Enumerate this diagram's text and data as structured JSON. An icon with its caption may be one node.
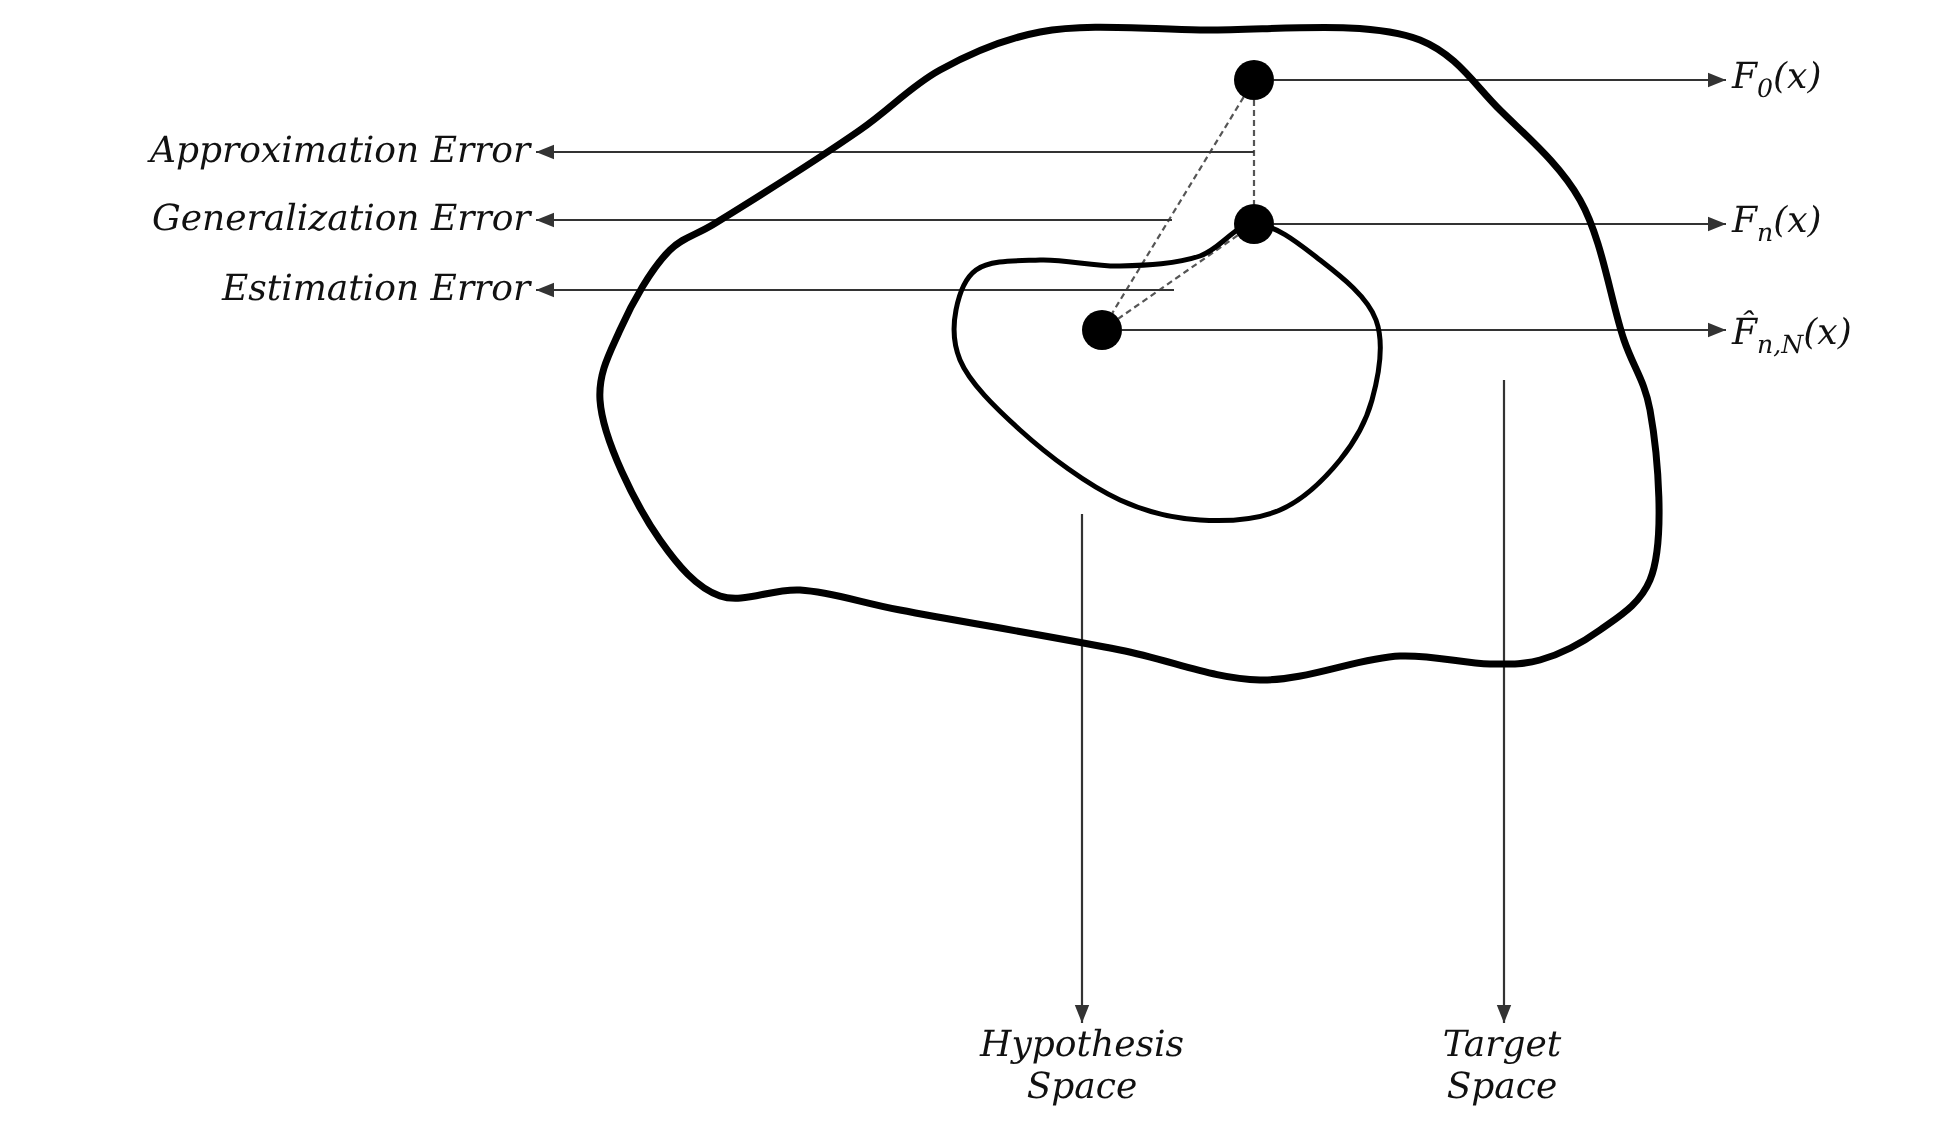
{
  "diagram": {
    "nodes": [
      {
        "text": [],
        "shape": "blob"
      },
      {
        "text": [],
        "shape": "blob",
        "in": 0
      },
      {
        "text": [],
        "shape": "circle",
        "in": 0
      },
      {
        "text": [],
        "shape": "circle",
        "in": 0
      },
      {
        "text": [],
        "shape": "circle",
        "in": 1
      },
      {
        "text": [
          "F$_{0}$(x)"
        ]
      },
      {
        "text": [
          "F$_{n}$(x)"
        ]
      },
      {
        "text": [
          "F̂$_{n,N}$(x)"
        ]
      },
      {
        "text": [
          "Approximation Error"
        ]
      },
      {
        "text": [
          "Generalization Error"
        ]
      },
      {
        "text": [
          "Estimation Error"
        ]
      },
      {
        "text": [
          "Hypothesis Space"
        ]
      },
      {
        "text": [
          "Target Space"
        ]
      }
    ],
    "edges": [
      {
        "from": 2,
        "to": 5,
        "arrow": "to"
      },
      {
        "from": 3,
        "to": 6,
        "arrow": "to"
      },
      {
        "from": 4,
        "to": 7,
        "arrow": "to"
      },
      {
        "from": 2,
        "to": 3,
        "arrow": "none",
        "style": "dashed"
      },
      {
        "from": 2,
        "to": 4,
        "arrow": "none",
        "style": "dashed"
      },
      {
        "from": 3,
        "to": 4,
        "arrow": "none",
        "style": "dashed"
      },
      {
        "from": null,
        "to": 8,
        "arrow": "to"
      },
      {
        "from": null,
        "to": 9,
        "arrow": "to"
      },
      {
        "from": null,
        "to": 10,
        "arrow": "to"
      },
      {
        "from": 1,
        "to": 11,
        "arrow": "to"
      },
      {
        "from": 0,
        "to": 12,
        "arrow": "to"
      }
    ]
  }
}
